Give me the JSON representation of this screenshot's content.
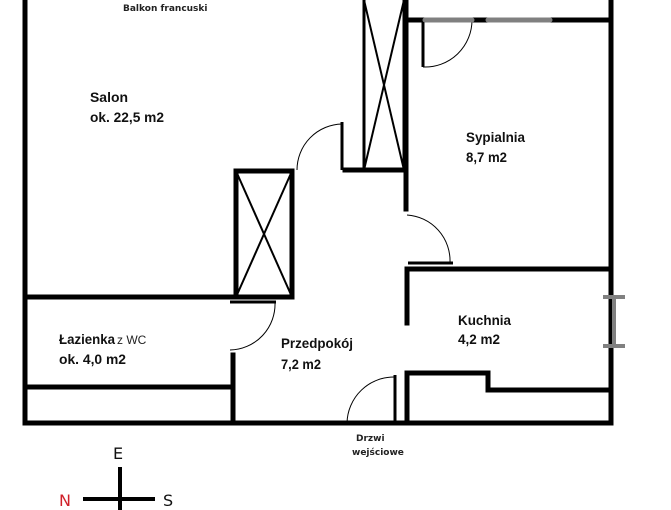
{
  "title": "Floor plan",
  "labels": {
    "balcony": "Balkon francuski",
    "entrance_line1": "Drzwi",
    "entrance_line2": "wejściowe"
  },
  "rooms": [
    {
      "name": "Salon",
      "area": "ok. 22,5 m2"
    },
    {
      "name": "Sypialnia",
      "area": "8,7 m2"
    },
    {
      "name": "Łazienka",
      "name_suffix": "z WC",
      "area": "ok. 4,0 m2"
    },
    {
      "name": "Przedpokój",
      "area": "7,2 m2"
    },
    {
      "name": "Kuchnia",
      "area": "4,2 m2"
    }
  ],
  "compass": {
    "north": "N",
    "east": "E",
    "south": "S",
    "north_color": "#d0202a"
  },
  "colors": {
    "wall": "#000000",
    "window": "#808080"
  }
}
